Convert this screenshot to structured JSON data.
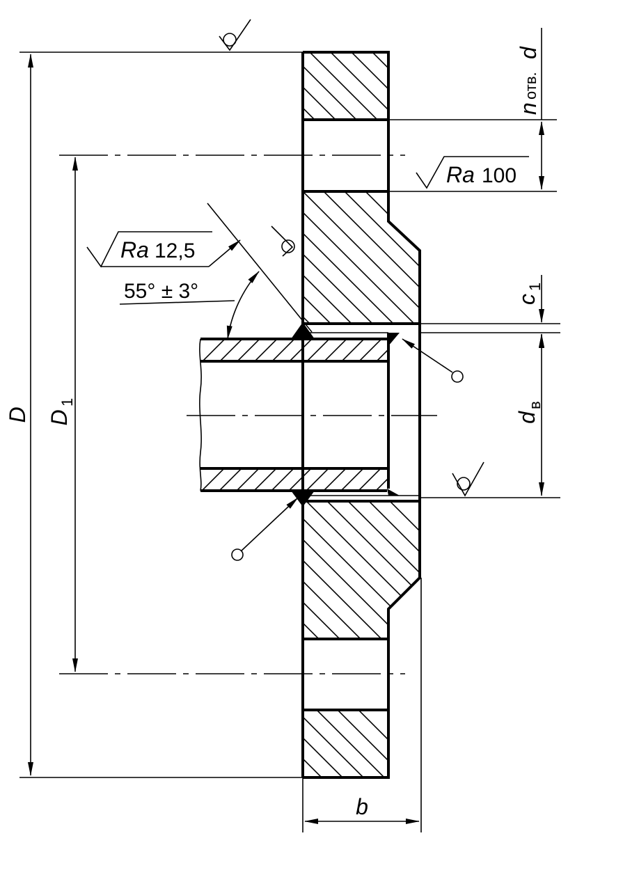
{
  "drawing": {
    "dim_D": "D",
    "dim_D1_main": "D",
    "dim_D1_sub": "1",
    "dim_b": "b",
    "dim_c1_main": "c",
    "dim_c1_sub": "1",
    "dim_dv_main": "d",
    "dim_dv_sub": "в",
    "holes_n": "n",
    "holes_text": "отв.",
    "holes_d": "d",
    "angle": "55° ± 3°",
    "rough_outer_ra": "Ra",
    "rough_outer_val": "12,5",
    "rough_bore_ra": "Ra",
    "rough_bore_val": "100"
  }
}
